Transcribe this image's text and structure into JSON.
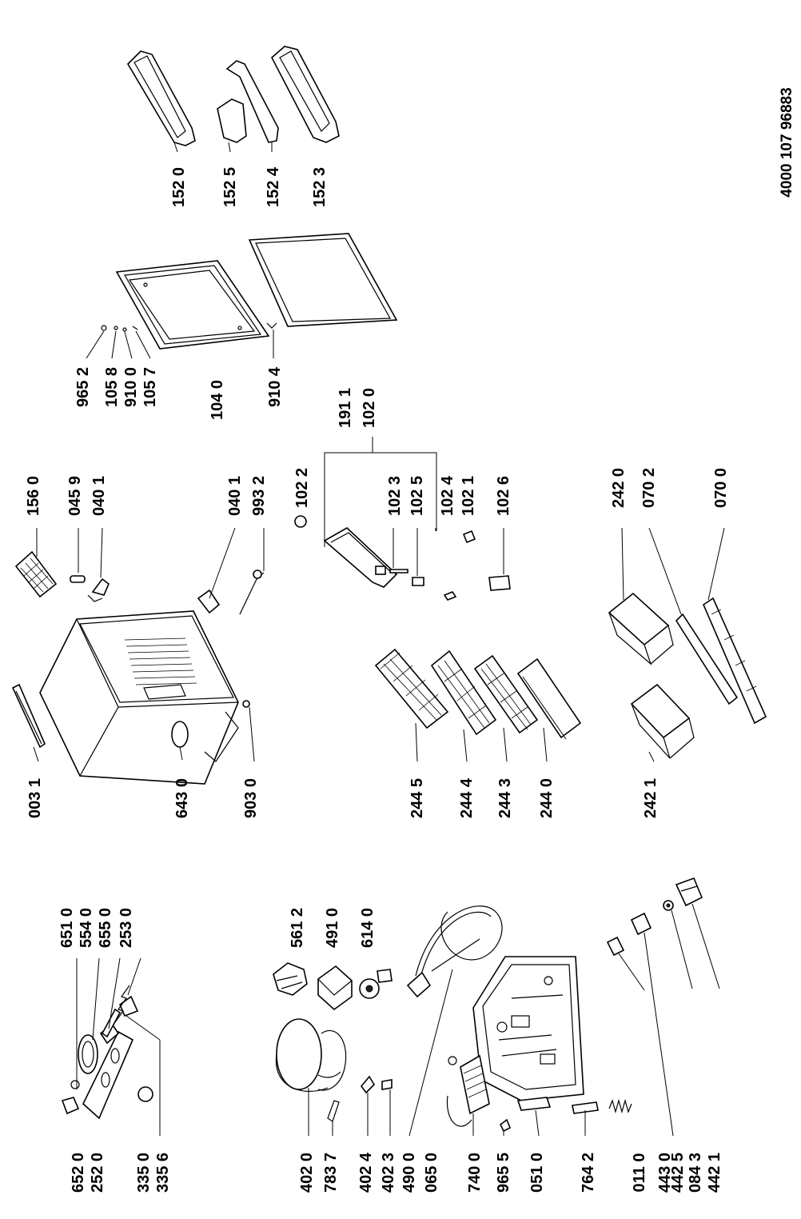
{
  "document_number": "4000 107 96883",
  "callouts": {
    "c1520": "152 0",
    "c1525": "152 5",
    "c1524": "152 4",
    "c1523": "152 3",
    "c9652": "965 2",
    "c1058": "105 8",
    "c9100": "910 0",
    "c1057": "105 7",
    "c1040": "104 0",
    "c9104": "910 4",
    "c1560": "156 0",
    "c0459": "045 9",
    "c0401a": "040 1",
    "c0401b": "040 1",
    "c9932": "993 2",
    "c1022": "102 2",
    "c1911": "191 1",
    "c1020": "102 0",
    "c1023": "102 3",
    "c1025": "102 5",
    "c1024": "102 4",
    "c1021": "102 1",
    "c1026": "102 6",
    "c2420": "242 0",
    "c0702": "070 2",
    "c0700": "070 0",
    "c0031": "003 1",
    "c6430": "643 0",
    "c9030": "903 0",
    "c2445": "244 5",
    "c2444": "244 4",
    "c2443": "244 3",
    "c2440": "244 0",
    "c2421": "242 1",
    "c6510": "651 0",
    "c5540": "554 0",
    "c6550": "655 0",
    "c2530": "253 0",
    "c6520": "652 0",
    "c2520": "252 0",
    "c3350": "335 0",
    "c3356": "335 6",
    "c5612": "561 2",
    "c4910": "491 0",
    "c6140": "614 0",
    "c4020": "402 0",
    "c7837": "783 7",
    "c4024": "402 4",
    "c4023": "402 3",
    "c4900": "490 0",
    "c0650": "065 0",
    "c7400": "740 0",
    "c9655": "965 5",
    "c0510": "051 0",
    "c7642": "764 2",
    "c0110": "011 0",
    "c4430": "443 0",
    "c4425": "442 5",
    "c0843": "084 3",
    "c4421": "442 1"
  }
}
